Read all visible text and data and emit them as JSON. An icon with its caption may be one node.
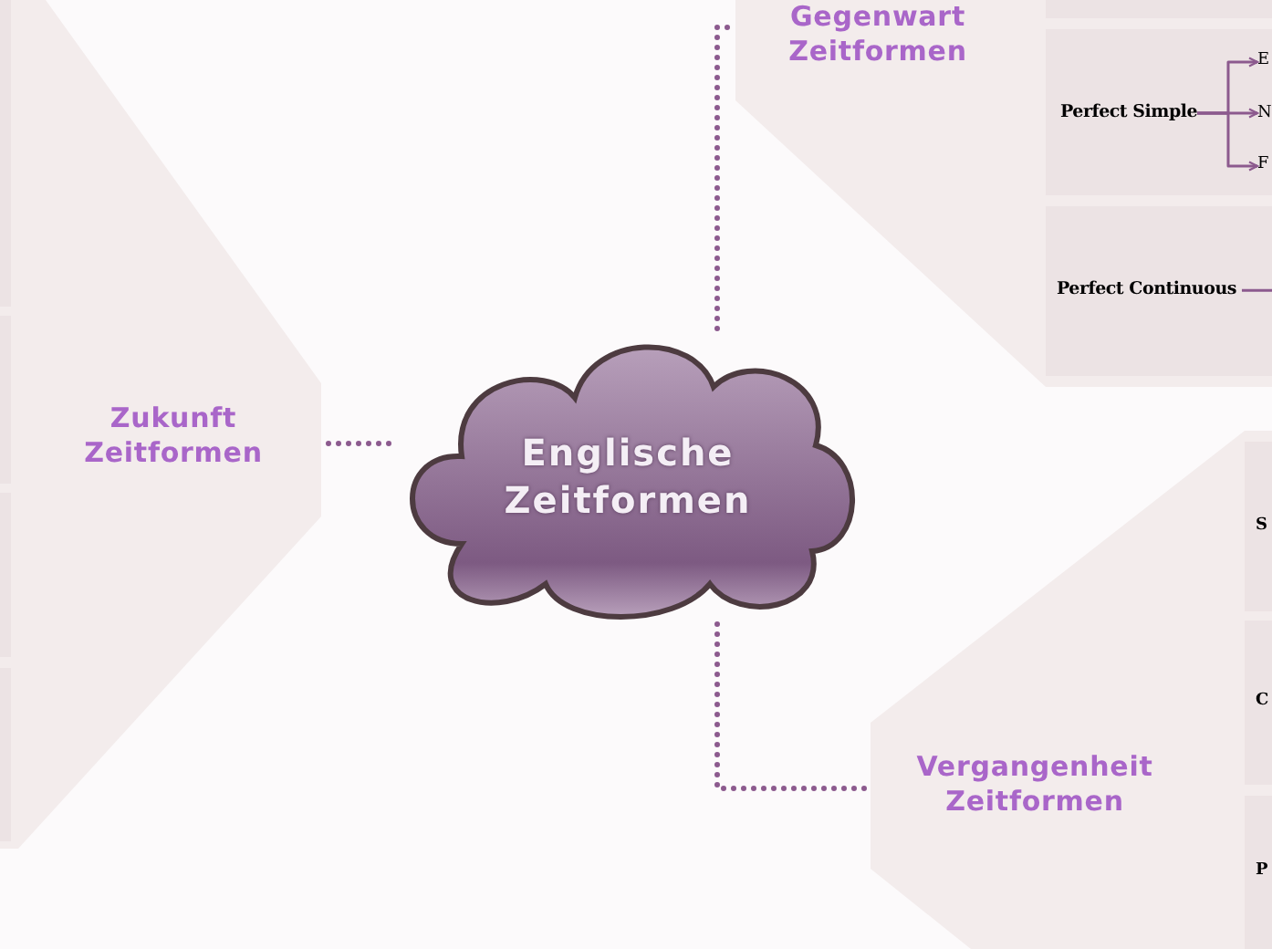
{
  "diagram": {
    "nodes": [
      {
        "text": [
          "Englische Zeitformen"
        ]
      },
      {
        "text": [
          "Gegenwart Zeitformen"
        ]
      },
      {
        "text": [],
        "shape": "box",
        "in": 1
      },
      {
        "text": [],
        "shape": "box",
        "in": 1
      },
      {
        "text": [
          "Perfect Simple"
        ],
        "in": 3
      },
      {
        "text": [
          "E"
        ],
        "in": 3
      },
      {
        "text": [
          "N"
        ],
        "in": 3
      },
      {
        "text": [
          "F"
        ],
        "in": 3
      },
      {
        "text": [],
        "shape": "box",
        "in": 1
      },
      {
        "text": [
          "Perfect Continuous"
        ],
        "in": 8
      },
      {
        "text": [
          "Zukunft Zeitformen"
        ]
      },
      {
        "text": [],
        "shape": "box",
        "in": 10
      },
      {
        "text": [],
        "shape": "box",
        "in": 10
      },
      {
        "text": [],
        "shape": "box",
        "in": 10
      },
      {
        "text": [],
        "shape": "box",
        "in": 10
      },
      {
        "text": [
          "Vergangenheit Zeitformen"
        ]
      },
      {
        "text": [
          "S"
        ],
        "in": 15
      },
      {
        "text": [
          "C"
        ],
        "in": 15
      },
      {
        "text": [
          "P"
        ],
        "in": 15
      }
    ],
    "edges": [
      {
        "from": 0,
        "to": 1,
        "arrow": "none",
        "style": "dashed"
      },
      {
        "from": 0,
        "to": 10,
        "arrow": "none",
        "style": "dashed"
      },
      {
        "from": 0,
        "to": 15,
        "arrow": "none",
        "style": "dashed"
      },
      {
        "from": 4,
        "to": 5,
        "arrow": "to"
      },
      {
        "from": 4,
        "to": 6,
        "arrow": "to"
      },
      {
        "from": 4,
        "to": 7,
        "arrow": "to"
      },
      {
        "from": 9,
        "to": null,
        "arrow": "none"
      }
    ]
  }
}
